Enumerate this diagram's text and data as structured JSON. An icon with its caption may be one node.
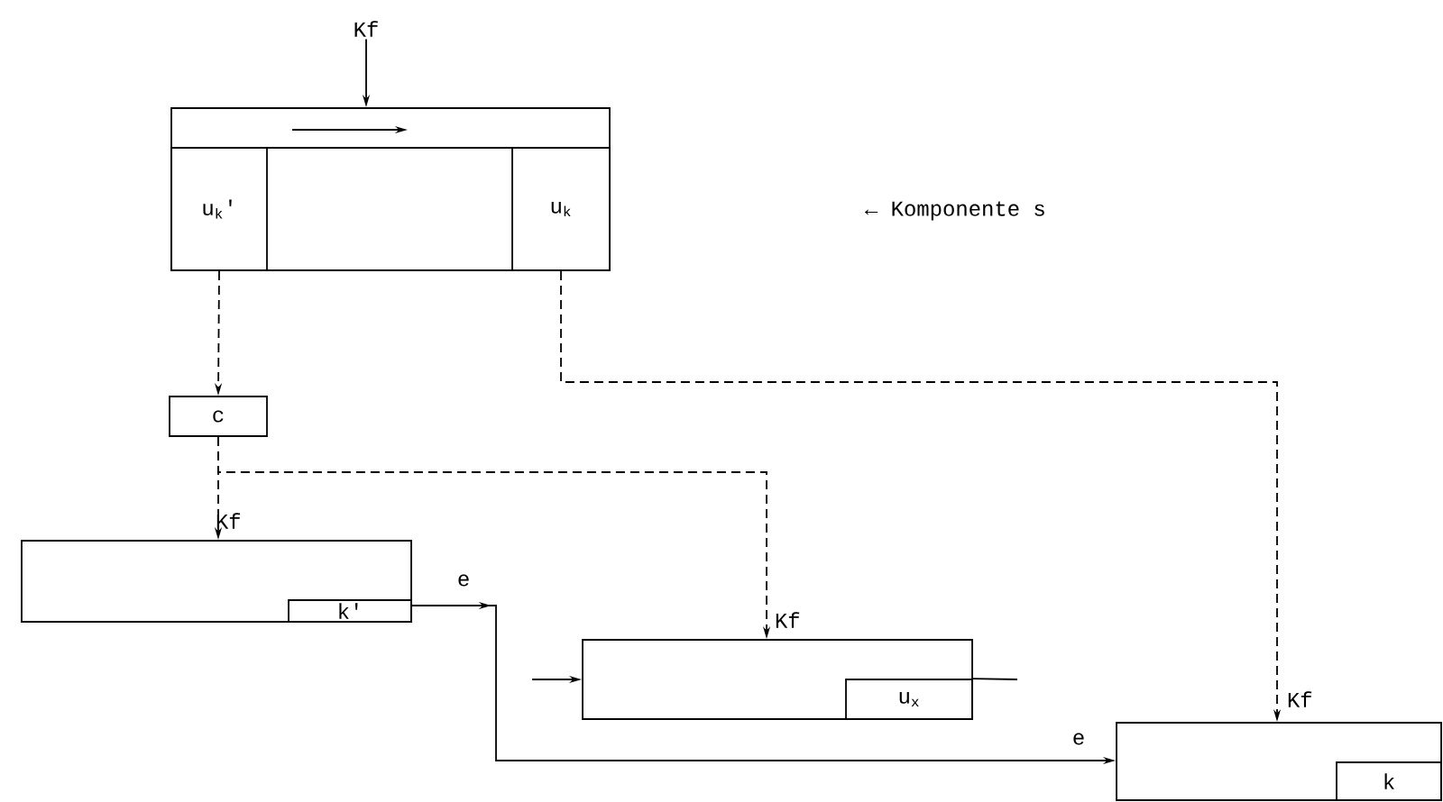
{
  "diagram": {
    "nodes": [
      {
        "text": [],
        "shape": "box"
      },
      {
        "text": [
          "u$_{k}$'"
        ],
        "in": 0
      },
      {
        "text": [
          "u$_{k}$"
        ],
        "in": 0
      },
      {
        "text": [
          "Kf"
        ]
      },
      {
        "text": [
          "c"
        ]
      },
      {
        "text": [
          "Kf"
        ]
      },
      {
        "text": [
          "k'"
        ],
        "in": 5
      },
      {
        "text": [
          "Kf"
        ]
      },
      {
        "text": [
          "u$_{x}$"
        ],
        "in": 7
      },
      {
        "text": [
          "Kf"
        ]
      },
      {
        "text": [
          "k"
        ],
        "in": 9
      }
    ],
    "edges": [
      {
        "from": 3,
        "to": 0,
        "arrow": "to"
      },
      {
        "from": 1,
        "to": 4,
        "arrow": "to",
        "style": "dashed"
      },
      {
        "from": 4,
        "to": 5,
        "arrow": "to",
        "style": "dashed"
      },
      {
        "from": 4,
        "to": 7,
        "arrow": "to",
        "style": "dashed"
      },
      {
        "from": 2,
        "to": 9,
        "arrow": "to",
        "style": "dashed"
      },
      {
        "from": 5,
        "to": 9,
        "arrow": "to",
        "label": "e"
      },
      {
        "from": null,
        "to": 7,
        "arrow": "to"
      },
      {
        "from": 8,
        "to": null,
        "arrow": "none"
      }
    ],
    "labels": [
      "← Komponente s",
      "e"
    ]
  }
}
